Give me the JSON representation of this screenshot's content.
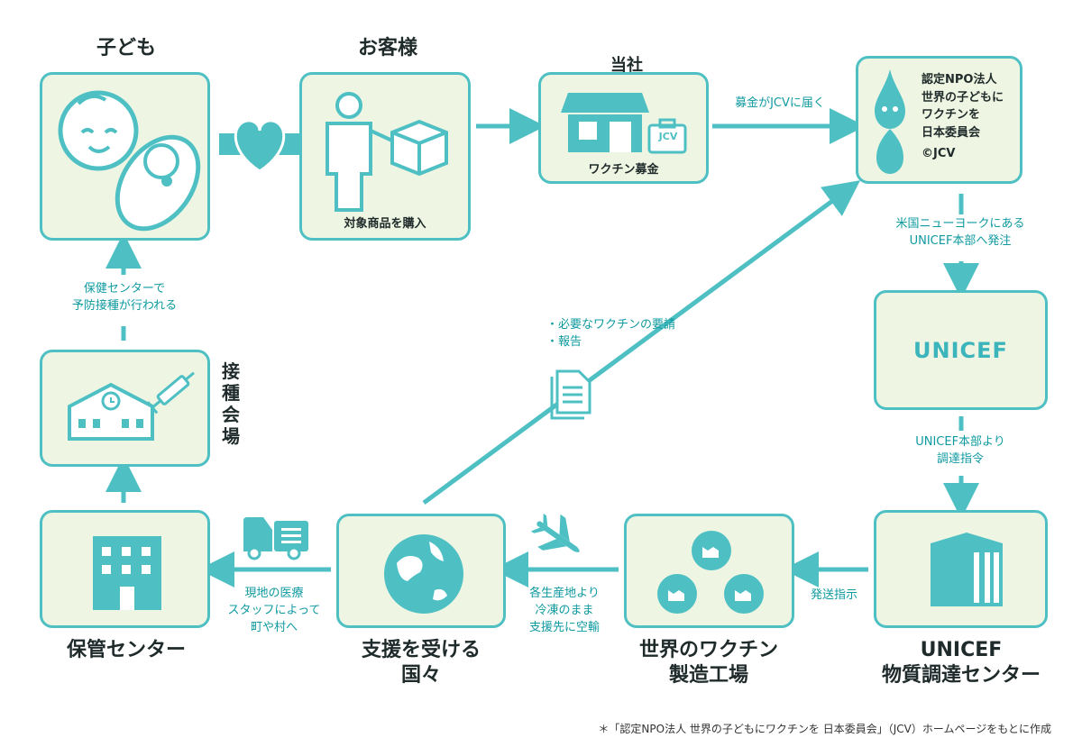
{
  "colors": {
    "teal": "#4ec0c4",
    "box_fill": "#eef5e3",
    "caption": "#0f9aa0"
  },
  "nodes": {
    "child": {
      "title": "子ども"
    },
    "customer": {
      "title": "お客様",
      "caption": "対象商品を購入"
    },
    "company": {
      "title": "当社",
      "caption": "ワクチン募金",
      "badge": "JCV"
    },
    "jcv": {
      "lines": [
        "認定NPO法人",
        "世界の子どもに",
        "ワクチンを",
        "日本委員会",
        "©JCV"
      ]
    },
    "unicef": {
      "logo": "UNICEF"
    },
    "procurement": {
      "title_line1": "UNICEF",
      "title_line2": "物質調達センター"
    },
    "factory": {
      "title_line1": "世界のワクチン",
      "title_line2": "製造工場"
    },
    "countries": {
      "title_line1": "支援を受ける",
      "title_line2": "国々"
    },
    "storage": {
      "title": "保管センター"
    },
    "venue": {
      "title": "接種会場"
    }
  },
  "edges": {
    "company_to_jcv": "募金がJCVに届く",
    "jcv_to_unicef_1": "米国ニューヨークにある",
    "jcv_to_unicef_2": "UNICEF本部へ発注",
    "unicef_to_proc_1": "UNICEF本部より",
    "unicef_to_proc_2": "調達指令",
    "proc_to_factory": "発送指示",
    "factory_to_countries_1": "各生産地より",
    "factory_to_countries_2": "冷凍のまま",
    "factory_to_countries_3": "支援先に空輸",
    "countries_to_storage_1": "現地の医療",
    "countries_to_storage_2": "スタッフによって",
    "countries_to_storage_3": "町や村へ",
    "countries_to_jcv_1": "・必要なワクチンの要請",
    "countries_to_jcv_2": "・報告",
    "venue_to_child_1": "保健センターで",
    "venue_to_child_2": "予防接種が行われる"
  },
  "footnote": "＊「認定NPO法人 世界の子どもにワクチンを 日本委員会」（JCV）ホームページをもとに作成"
}
